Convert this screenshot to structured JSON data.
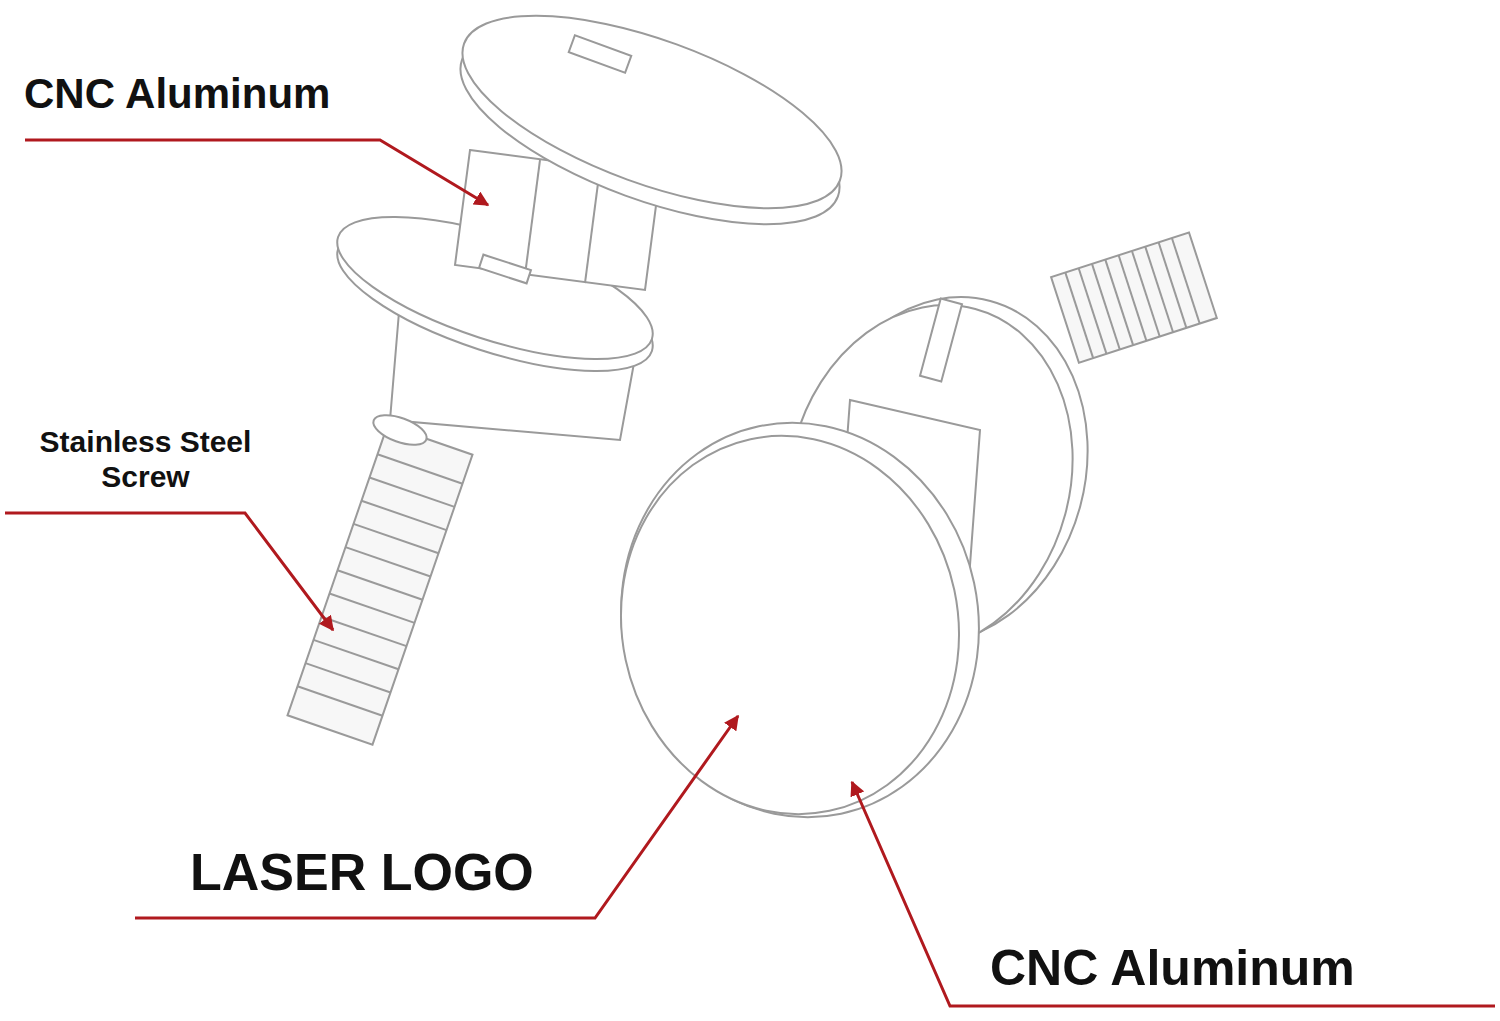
{
  "diagram": {
    "labels": [
      "CNC Aluminum",
      "Stainless Steel Screw",
      "LASER LOGO",
      "CNC Aluminum"
    ]
  }
}
